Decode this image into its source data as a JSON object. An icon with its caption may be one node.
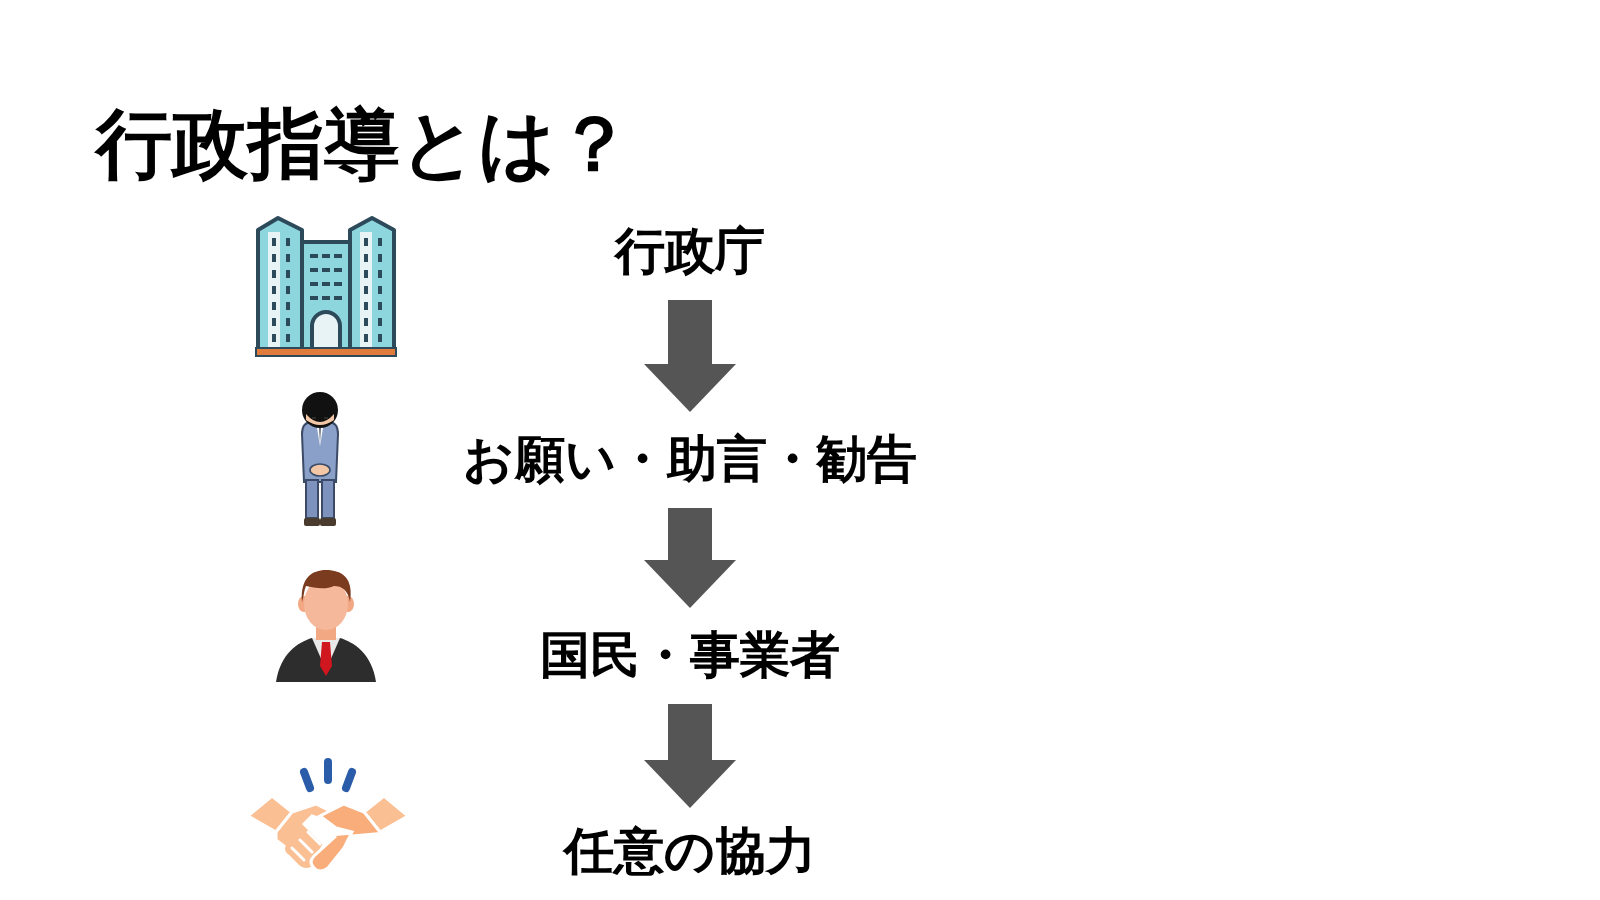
{
  "diagram": {
    "title": "行政指導とは？",
    "nodes": [
      {
        "text": [
          "行政庁"
        ]
      },
      {
        "text": [
          "お願い・助言・勧告"
        ]
      },
      {
        "text": [
          "国民・事業者"
        ]
      },
      {
        "text": [
          "任意の協力"
        ]
      }
    ],
    "edges": [
      {
        "from": 0,
        "to": 1,
        "arrow": "to"
      },
      {
        "from": 1,
        "to": 2,
        "arrow": "to"
      },
      {
        "from": 2,
        "to": 3,
        "arrow": "to"
      }
    ]
  }
}
